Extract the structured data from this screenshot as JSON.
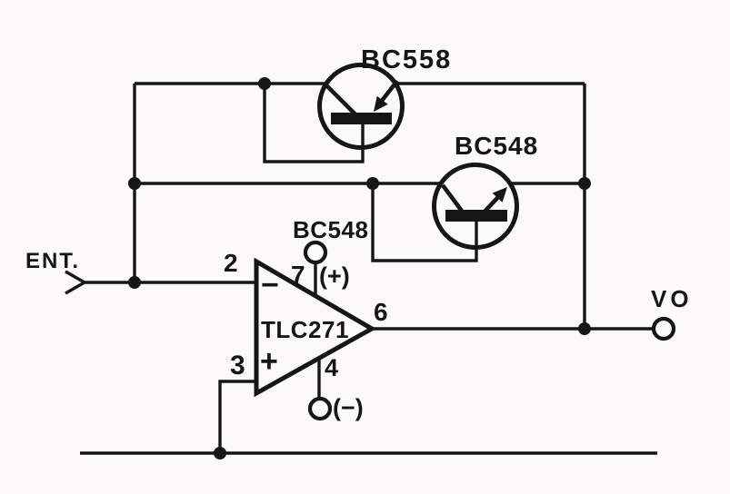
{
  "diagram": {
    "kind": "analog schematic",
    "ink_color": "#161616",
    "paper_color": "#fbfaf7"
  },
  "labels": {
    "input": "ENT.",
    "output": "VO"
  },
  "opamp": {
    "part": "TLC271",
    "pin_inverting": "2",
    "pin_noninverting": "3",
    "pin_output": "6",
    "pin_supply_pos": "7",
    "pin_supply_neg": "4",
    "inverting_sign": "−",
    "noninverting_sign": "+",
    "supply_pos_terminal": "(+)",
    "supply_neg_terminal": "(−)",
    "supply_transistor": "BC548"
  },
  "transistors": {
    "q1": "BC558",
    "q2": "BC548"
  }
}
